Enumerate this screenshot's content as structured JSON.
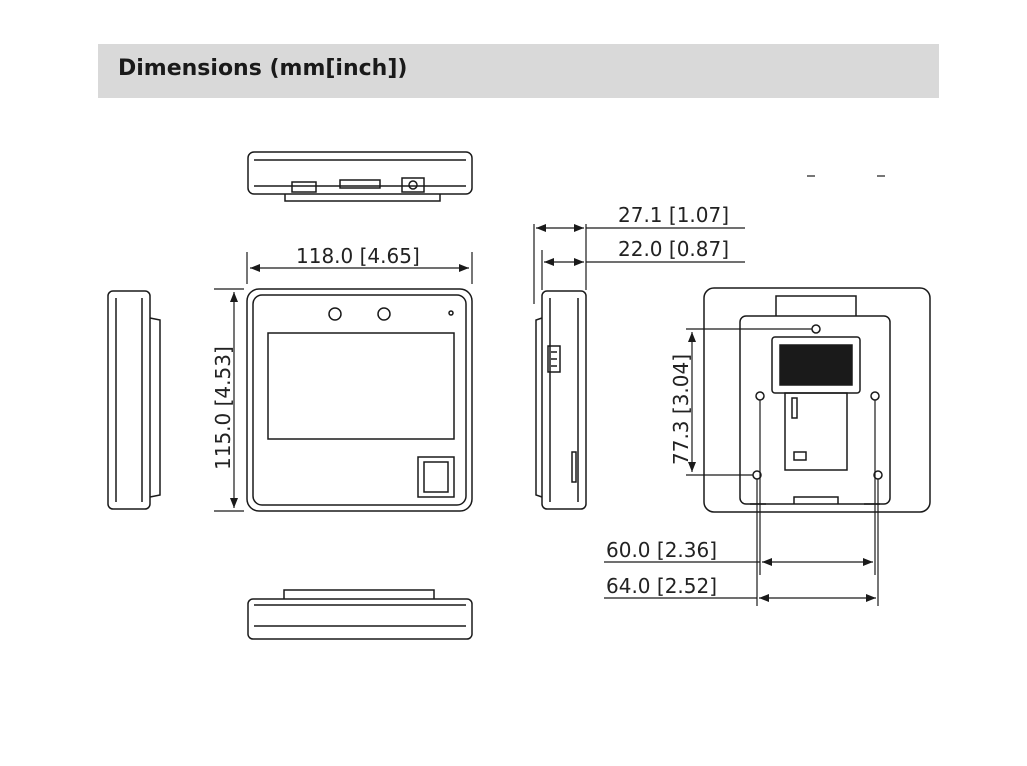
{
  "header": {
    "title": "Dimensions (mm[inch])"
  },
  "dimensions": {
    "width": "118.0 [4.65]",
    "height": "115.0 [4.53]",
    "depth_total": "27.1 [1.07]",
    "depth_body": "22.0 [0.87]",
    "mount_vertical": "77.3 [3.04]",
    "mount_hole_inner": "60.0 [2.36]",
    "mount_hole_outer": "64.0 [2.52]"
  },
  "colors": {
    "line": "#1a1a1a",
    "header_bg": "#d9d9d9"
  }
}
